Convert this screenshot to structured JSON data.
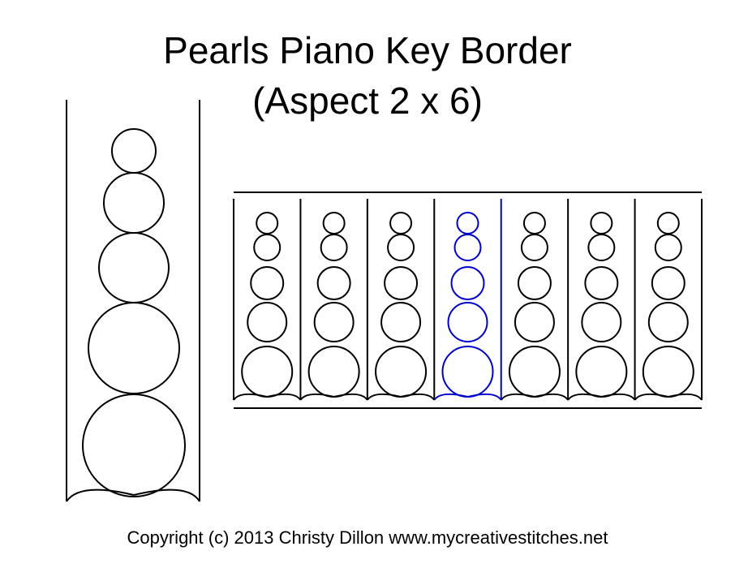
{
  "title_line_1": "Pearls Piano Key Border",
  "title_line_2": "(Aspect 2 x 6)",
  "footer": "Copyright (c) 2013 Christy Dillon www.mycreativestitches.net",
  "colors": {
    "line": "#000000",
    "highlight": "#0000cc"
  },
  "border": {
    "key_count": 7,
    "highlighted_key": 4
  }
}
